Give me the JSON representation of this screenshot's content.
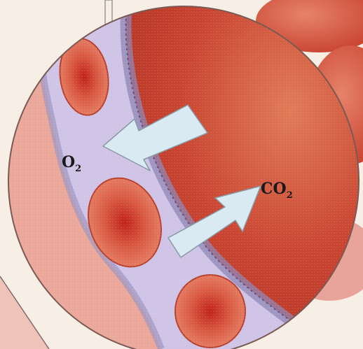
{
  "labels": {
    "oxygen": {
      "base": "O",
      "sub": "2"
    },
    "carbon_dioxide": {
      "base": "CO",
      "sub": "2"
    }
  },
  "colors": {
    "paper": "#f7efe6",
    "tissue": "#c94430",
    "tissue_light": "#e48a6b",
    "plasma": "#cfc3e6",
    "vessel_wall": "#8f86b4",
    "red_cell": "#dc6b52",
    "red_cell_core": "#c0221a",
    "arrow_fill": "#d9eaf3",
    "arrow_stroke": "#8a9aa6"
  }
}
